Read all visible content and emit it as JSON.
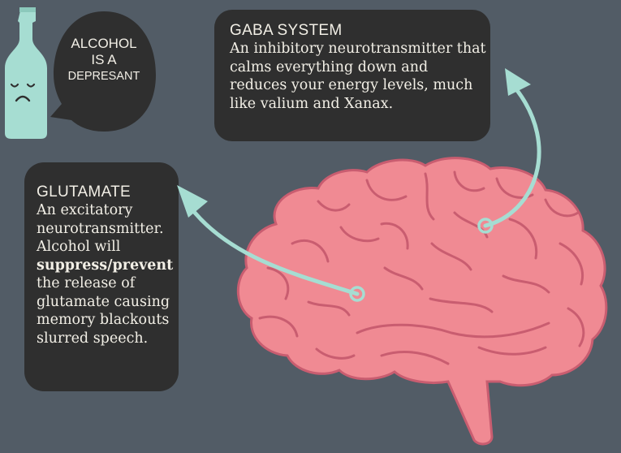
{
  "bottle_bubble": {
    "line1": "ALCOHOL",
    "line2": "IS A",
    "line3": "DEPRESANT"
  },
  "gaba": {
    "title": "GABA SYSTEM",
    "body": "An inhibitory neurotransmitter that calms everything down and reduces your energy levels, much like valium and Xanax."
  },
  "glutamate": {
    "title": "GLUTAMATE",
    "body_part1": "An excitatory neurotransmitter. Alcohol will",
    "body_bold": "suppress/prevent",
    "body_part2": "the release of glutamate causing memory blackouts slurred speech."
  },
  "colors": {
    "background": "#525c66",
    "box": "#2f2f2f",
    "brain": "#f08a93",
    "brain_outline": "#c95d70",
    "arrow": "#a6ddd2",
    "bottle": "#a6ddd2",
    "text": "#f2efe6"
  }
}
